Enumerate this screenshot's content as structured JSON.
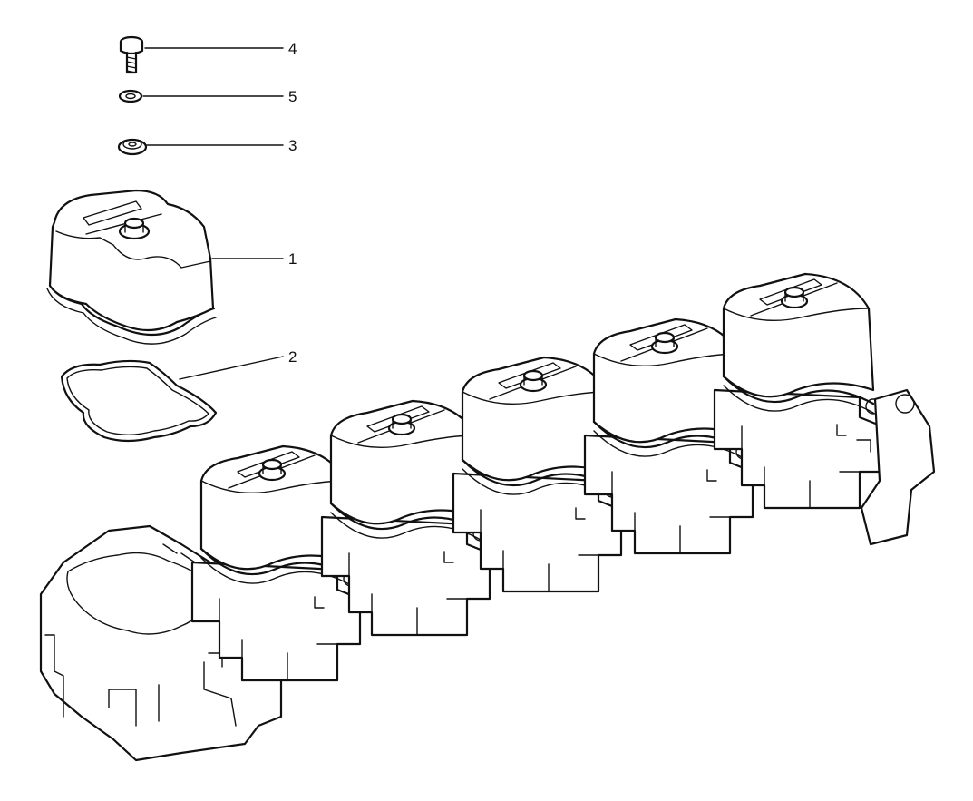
{
  "diagram": {
    "callouts": [
      {
        "id": "4",
        "label": "4"
      },
      {
        "id": "5",
        "label": "5"
      },
      {
        "id": "3",
        "label": "3"
      },
      {
        "id": "1",
        "label": "1"
      },
      {
        "id": "2",
        "label": "2"
      }
    ],
    "parts": {
      "head_units_count": 5,
      "colors": {
        "line": "#111111",
        "background": "#ffffff"
      }
    }
  }
}
